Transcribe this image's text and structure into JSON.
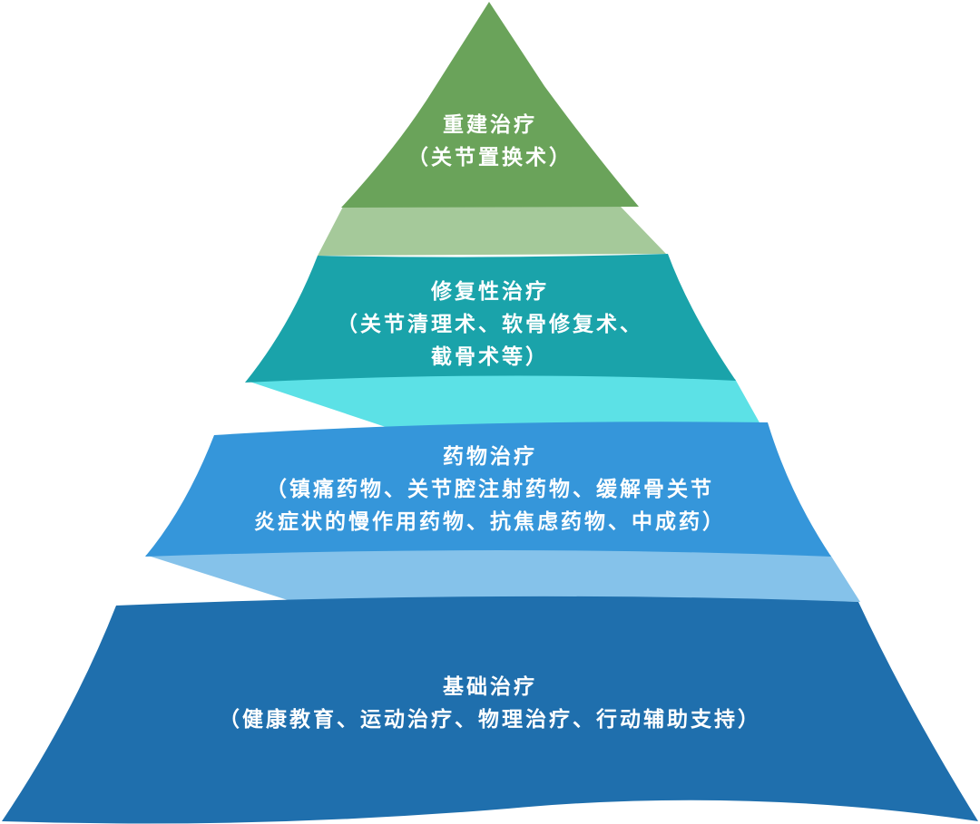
{
  "tiers": [
    {
      "title": "重建治疗",
      "lines": [
        "（关节置换术）"
      ],
      "color": "#6aa35a",
      "ribbon_color": "#a5c99a"
    },
    {
      "title": "修复性治疗",
      "lines": [
        "（关节清理术、软骨修复术、",
        "截骨术等）"
      ],
      "color": "#1aa3aa",
      "ribbon_color": "#5ce1e6"
    },
    {
      "title": "药物治疗",
      "lines": [
        "（镇痛药物、关节腔注射药物、缓解骨关节",
        "炎症状的慢作用药物、抗焦虑药物、中成药）"
      ],
      "color": "#3596da",
      "ribbon_color": "#85c2ea"
    },
    {
      "title": "基础治疗",
      "lines": [
        "（健康教育、运动治疗、物理治疗、行动辅助支持）"
      ],
      "color": "#1f6fad",
      "ribbon_color": "#1f6fad"
    }
  ]
}
